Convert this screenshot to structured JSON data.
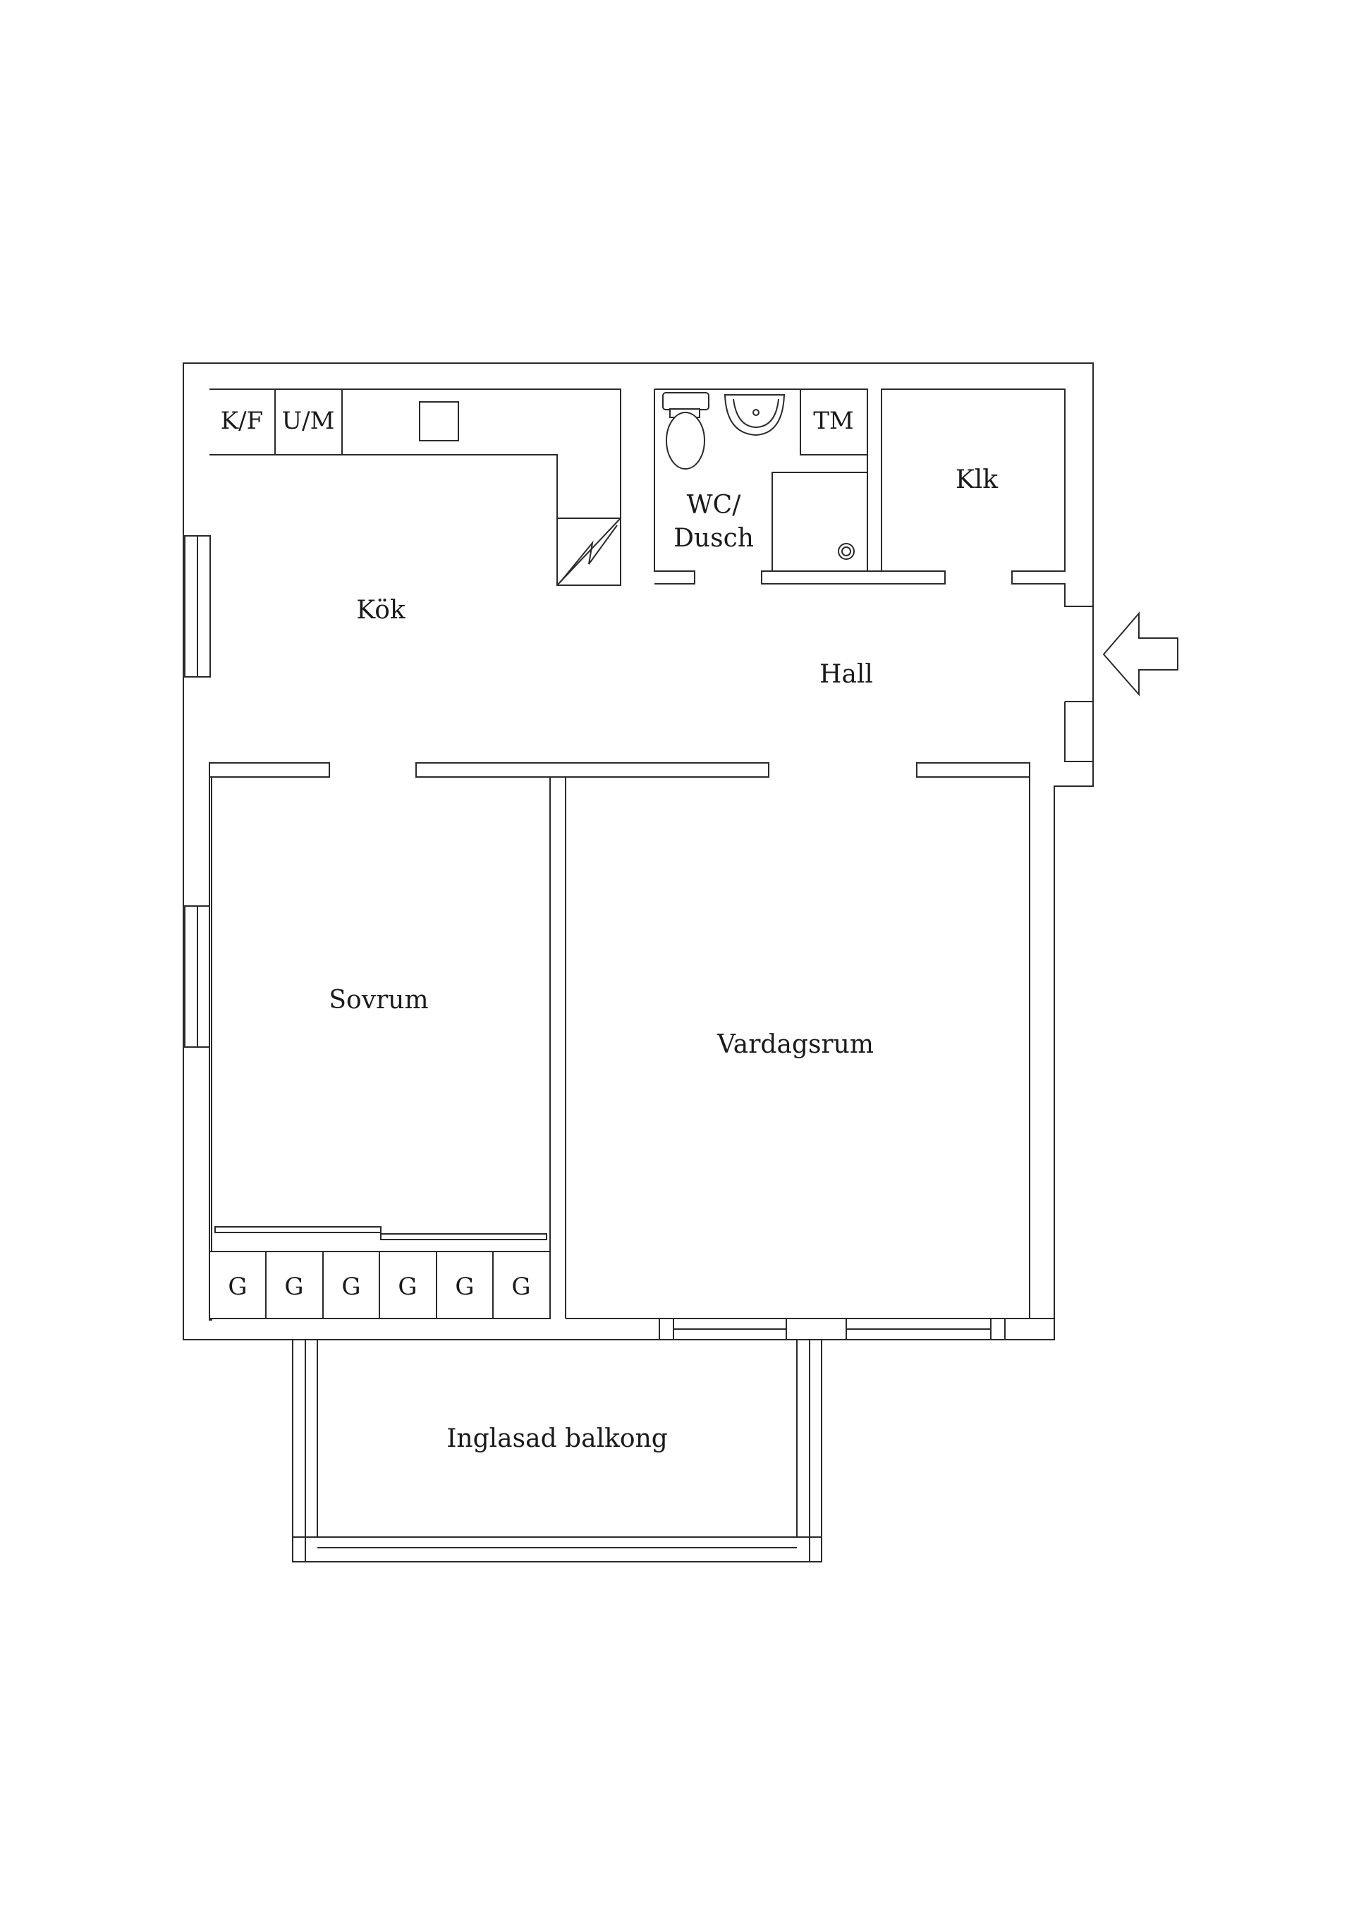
{
  "rooms": {
    "kitchen": "Kök",
    "bathroom_line1": "WC/",
    "bathroom_line2": "Dusch",
    "closet": "Klk",
    "hall": "Hall",
    "bedroom": "Sovrum",
    "living": "Vardagsrum",
    "balcony": "Inglasad balkong"
  },
  "appliances": {
    "fridge_freezer": "K/F",
    "dishwasher_microwave": "U/M",
    "dryer": "TM"
  },
  "wardrobes": [
    "G",
    "G",
    "G",
    "G",
    "G",
    "G"
  ],
  "icons": {
    "entrance": "entrance-arrow-icon",
    "stove": "stove-icon",
    "toilet": "toilet-icon",
    "sink": "sink-icon",
    "drain": "shower-drain-icon"
  },
  "colors": {
    "wall": "#2a2a2a",
    "background": "#ffffff"
  }
}
